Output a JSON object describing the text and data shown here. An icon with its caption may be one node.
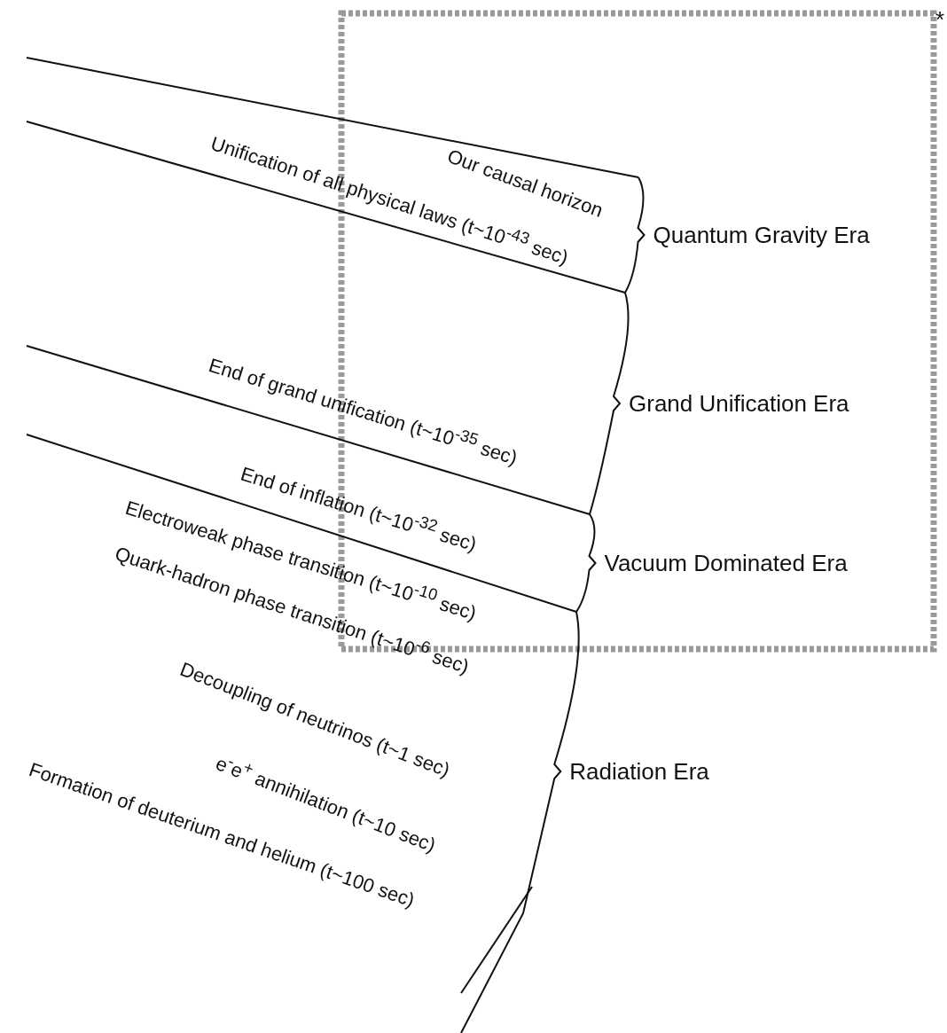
{
  "diagram": {
    "labels": [
      "*",
      "Our causal horizon",
      "Unification of all physical laws (t~10$^{-43}$ sec)",
      "Quantum Gravity Era",
      "End of grand unification (t~10$^{-35}$ sec)",
      "Grand Unification Era",
      "End of inflation (t~10$^{-32}$ sec)",
      "Electroweak phase transition (t~10$^{-10}$ sec)",
      "Vacuum Dominated Era",
      "Quark-hadron phase transition (t~10$^{-6}$ sec)",
      "Decoupling of neutrinos (t~1 sec)",
      "e$^{-}$e$^{+}$ annihilation (t~10 sec)",
      "Radiation Era",
      "Formation of deuterium and helium (t~100 sec)"
    ]
  }
}
